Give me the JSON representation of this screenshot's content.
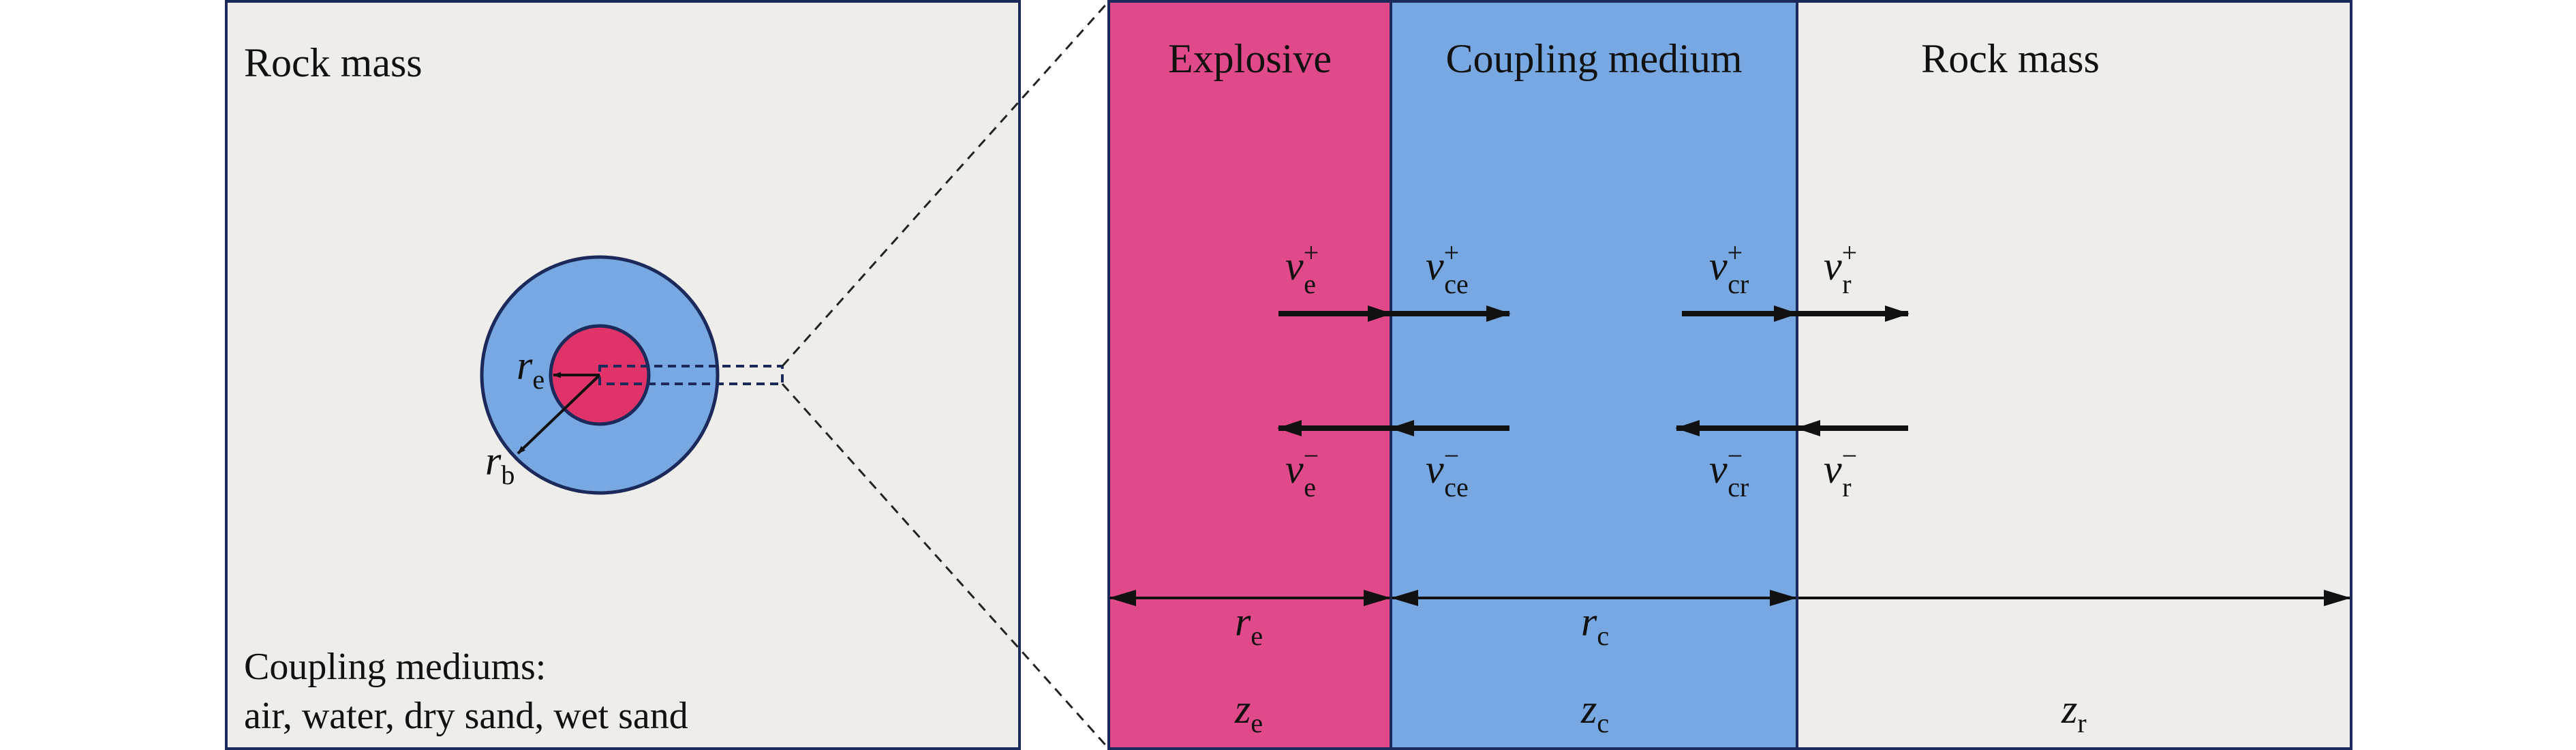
{
  "colors": {
    "rock": "#EEEDEA",
    "explosive": "#E04A8A",
    "explosive_core": "#E0336A",
    "coupling": "#78A8E2",
    "border": "#1B2A5A",
    "arrow": "#111111"
  },
  "left_panel": {
    "title": "Rock mass",
    "note_line1": "Coupling mediums:",
    "note_line2": "air, water, dry sand, wet sand",
    "re": {
      "sym": "r",
      "sub": "e"
    },
    "rb": {
      "sym": "r",
      "sub": "b"
    }
  },
  "right_panel": {
    "explosive_title": "Explosive",
    "coupling_title": "Coupling medium",
    "rock_title": "Rock mass",
    "velocities": {
      "ve_plus": {
        "sym": "v",
        "sub": "e",
        "sup": "+"
      },
      "vce_plus": {
        "sym": "v",
        "sub": "ce",
        "sup": "+"
      },
      "vcr_plus": {
        "sym": "v",
        "sub": "cr",
        "sup": "+"
      },
      "vr_plus": {
        "sym": "v",
        "sub": "r",
        "sup": "+"
      },
      "ve_minus": {
        "sym": "v",
        "sub": "e",
        "sup": "−"
      },
      "vce_minus": {
        "sym": "v",
        "sub": "ce",
        "sup": "−"
      },
      "vcr_minus": {
        "sym": "v",
        "sub": "cr",
        "sup": "−"
      },
      "vr_minus": {
        "sym": "v",
        "sub": "r",
        "sup": "−"
      }
    },
    "dims": {
      "re": {
        "sym": "r",
        "sub": "e"
      },
      "rc": {
        "sym": "r",
        "sub": "c"
      }
    },
    "impedance": {
      "ze": {
        "sym": "z",
        "sub": "e"
      },
      "zc": {
        "sym": "z",
        "sub": "c"
      },
      "zr": {
        "sym": "z",
        "sub": "r"
      }
    }
  }
}
